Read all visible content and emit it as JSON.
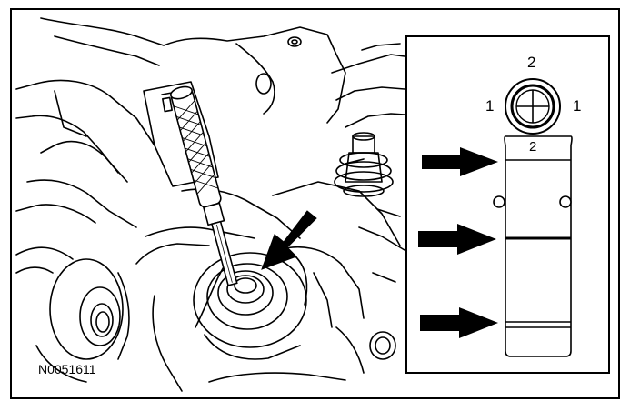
{
  "figure": {
    "id_label": "N0051611",
    "inset": {
      "top_label": "2",
      "left_label": "1",
      "right_label": "1",
      "tappet_label": "2"
    }
  }
}
